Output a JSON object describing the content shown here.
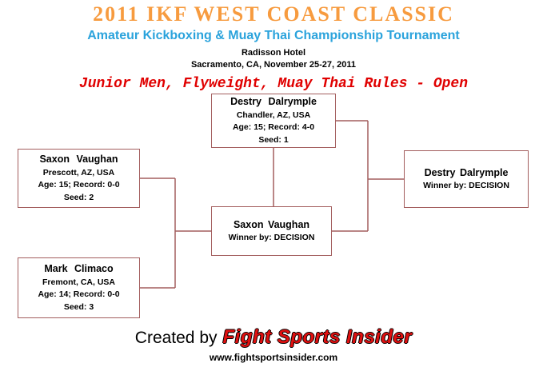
{
  "header": {
    "title": "2011 IKF West Coast Classic",
    "subtitle": "Amateur Kickboxing & Muay Thai Championship Tournament",
    "venue": "Radisson Hotel",
    "location_date": "Sacramento, CA, November 25-27, 2011",
    "division": "Junior Men, Flyweight, Muay Thai Rules - Open"
  },
  "bracket": {
    "fighters": [
      {
        "name": "Destry Dalrymple",
        "location": "Chandler, AZ, USA",
        "age_record": "Age: 15; Record: 4-0",
        "seed": "Seed: 1"
      },
      {
        "name": "Saxon Vaughan",
        "location": "Prescott, AZ, USA",
        "age_record": "Age: 15; Record: 0-0",
        "seed": "Seed: 2"
      },
      {
        "name": "Mark Climaco",
        "location": "Fremont, CA, USA",
        "age_record": "Age: 14; Record: 0-0",
        "seed": "Seed: 3"
      }
    ],
    "semifinal_result": {
      "name": "Saxon Vaughan",
      "result": "Winner by: DECISION"
    },
    "final_result": {
      "name": "Destry Dalrymple",
      "result": "Winner by: DECISION"
    }
  },
  "footer": {
    "created_by": "Created by",
    "brand": "Fight Sports Insider",
    "website": "www.fightsportsinsider.com"
  },
  "colors": {
    "title_orange": "#F79B3F",
    "subtitle_blue": "#2BA3DC",
    "division_red": "#E00000",
    "box_border_maroon": "#A35E5E",
    "brand_red": "#E01010"
  }
}
